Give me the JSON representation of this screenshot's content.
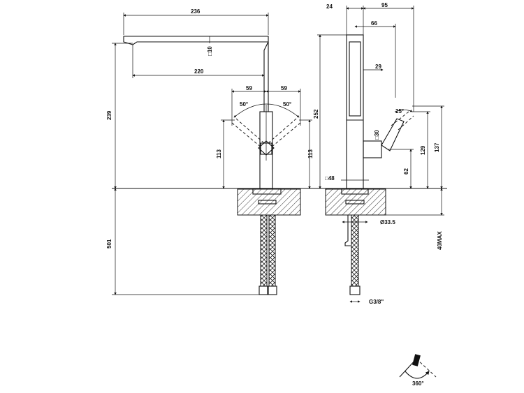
{
  "front_view": {
    "dim_width": "236",
    "dim_reach": "220",
    "dim_spout_thickness": "□10",
    "dim_height": "239",
    "dim_left_handle": "59",
    "dim_right_handle": "59",
    "angle_left": "50°",
    "angle_right": "50°",
    "dim_handle_height_left": "113",
    "dim_handle_height_right": "113",
    "dim_hose_length": "501"
  },
  "side_view": {
    "dim_top_left": "24",
    "dim_top_right": "95",
    "dim_spout_depth": "66",
    "dim_inner": "29",
    "dim_total_height": "252",
    "angle_lever": "25°",
    "dim_lever_size": "□30",
    "dim_lever_height": "62",
    "dim_lever_pivot": "129",
    "dim_lever_top": "137",
    "dim_base": "□48",
    "dim_hole": "Ø33.5",
    "dim_thread": "G3/8\"",
    "dim_max_deck": "40MAX"
  },
  "rotation_icon": {
    "label": "360°"
  }
}
